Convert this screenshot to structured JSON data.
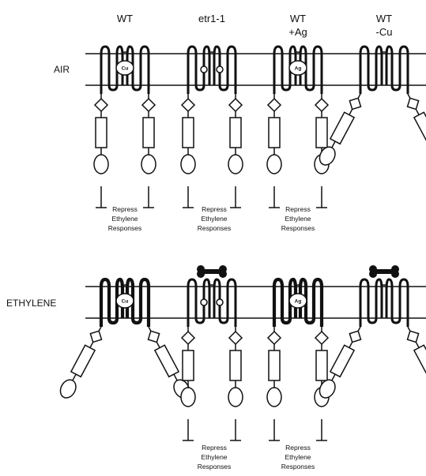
{
  "columns": [
    {
      "title": "WT",
      "subtitle": ""
    },
    {
      "title": "etr1-1",
      "subtitle": ""
    },
    {
      "title": "WT",
      "subtitle": "+Ag"
    },
    {
      "title": "WT",
      "subtitle": "-Cu"
    }
  ],
  "rows": {
    "air": "AIR",
    "ethylene": "ETHYLENE"
  },
  "ions": {
    "copper": "Cu",
    "silver": "Ag"
  },
  "response_text": [
    "Repress",
    "Ethylene",
    "Responses"
  ]
}
